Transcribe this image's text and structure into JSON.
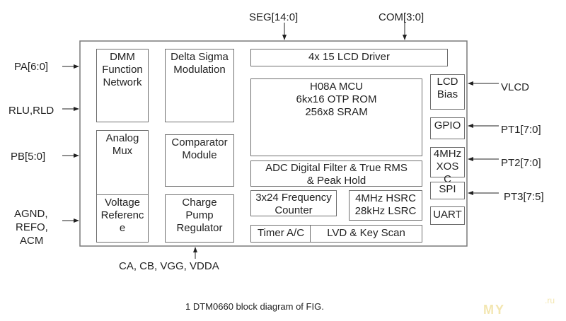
{
  "diagram": {
    "top_signals": [
      "SEG[14:0]",
      "COM[3:0]"
    ],
    "left_signals": [
      "PA[6:0]",
      "RLU,RLD",
      "PB[5:0]",
      "AGND,",
      "REFO,",
      "ACM"
    ],
    "right_signals": [
      "VLCD",
      "PT1[7:0]",
      "PT2[7:0]",
      "PT3[7:5]"
    ],
    "bottom_signal": "CA, CB, VGG, VDDA",
    "blocks": {
      "dmm": [
        "DMM",
        "Function",
        "Network"
      ],
      "delta_sigma": [
        "Delta Sigma",
        "Modulation"
      ],
      "lcd_driver": "4x 15  LCD Driver",
      "mcu": [
        "H08A MCU",
        "6kx16 OTP ROM",
        "256x8 SRAM"
      ],
      "lcd_bias": [
        "LCD",
        "Bias"
      ],
      "gpio": "GPIO",
      "xosc": [
        "4MHz",
        "XOS",
        "C"
      ],
      "spi": "SPI",
      "uart": "UART",
      "analog_mux": [
        "Analog",
        "Mux"
      ],
      "comparator": [
        "Comparator",
        "Module"
      ],
      "adc_filter": [
        "ADC Digital Filter & True RMS",
        "& Peak Hold"
      ],
      "freq_counter": [
        "3x24 Frequency",
        "Counter"
      ],
      "hsrc": [
        "4MHz HSRC",
        "28kHz LSRC"
      ],
      "vref": [
        "Voltage",
        "Referenc",
        "e"
      ],
      "charge_pump": [
        "Charge",
        "Pump",
        "Regulator"
      ],
      "timer": "Timer A/C",
      "lvd": "LVD & Key Scan"
    },
    "caption": "1 DTM0660 block diagram of FIG.",
    "watermark": "MY",
    "watermark_suffix": ".ru"
  }
}
